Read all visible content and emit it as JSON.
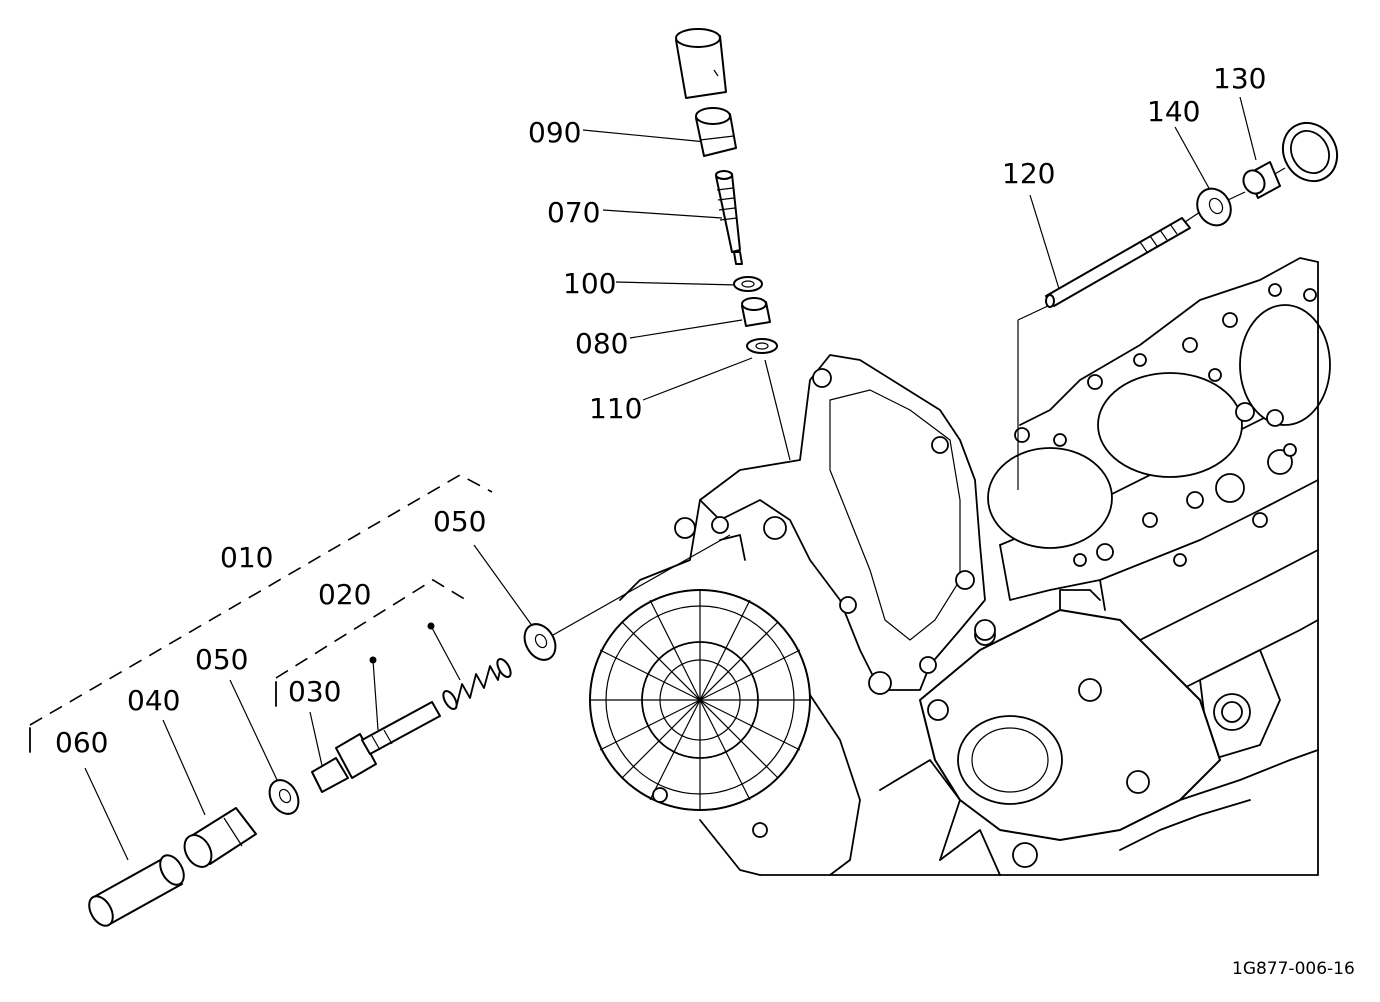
{
  "labels": {
    "p010": "010",
    "p020": "020",
    "p030": "030",
    "p040": "040",
    "p050a": "050",
    "p050b": "050",
    "p060": "060",
    "p070": "070",
    "p080": "080",
    "p090": "090",
    "p100": "100",
    "p110": "110",
    "p120": "120",
    "p130": "130",
    "p140": "140"
  },
  "drawing_ref": "1G877-006-16"
}
